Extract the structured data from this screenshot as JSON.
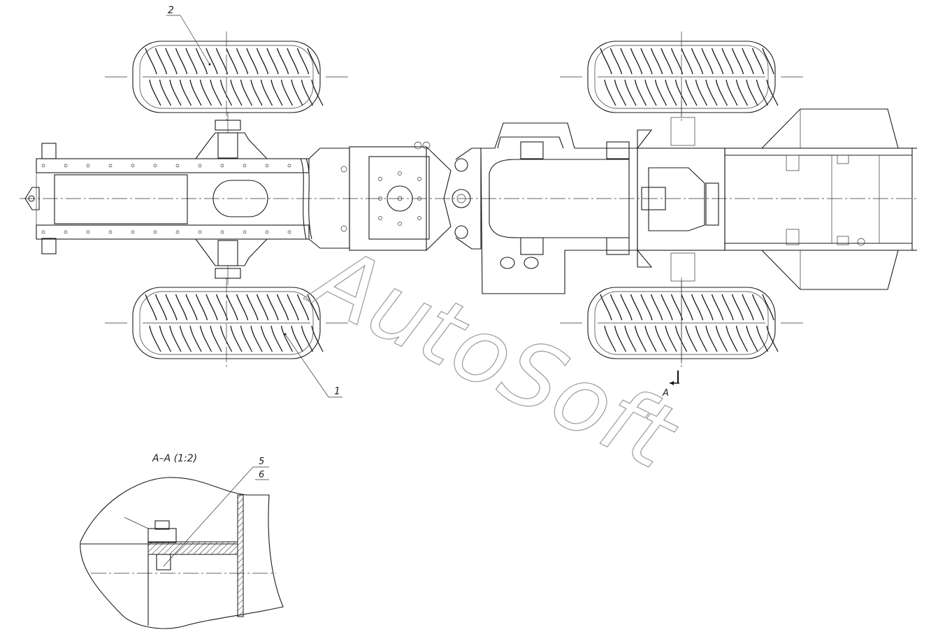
{
  "callouts": {
    "c1": "1",
    "c2": "2",
    "c5": "5",
    "c6": "6",
    "section_marker": "A"
  },
  "section_view": {
    "title": "A–A (1:2)"
  },
  "watermark": "AutoSoft"
}
